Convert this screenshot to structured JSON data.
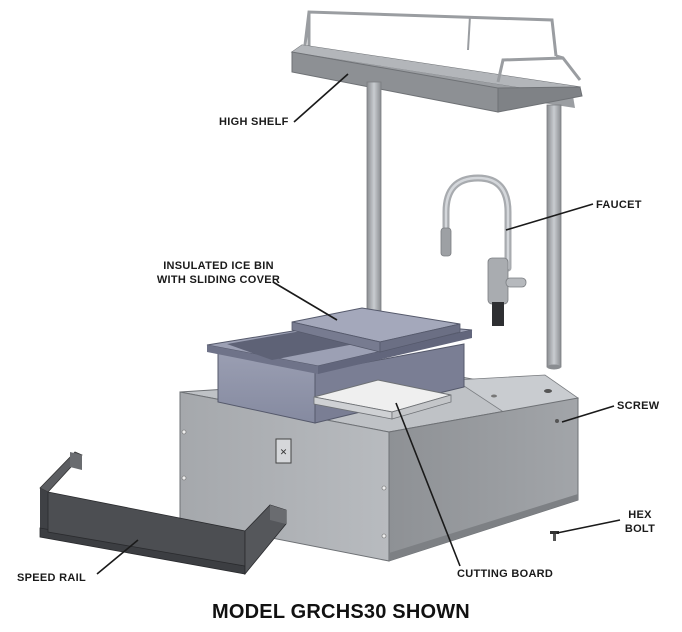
{
  "labels": {
    "high_shelf": "HIGH SHELF",
    "faucet": "FAUCET",
    "ice_bin_line1": "INSULATED ICE BIN",
    "ice_bin_line2": "WITH SLIDING COVER",
    "screw": "SCREW",
    "hex_bolt_line1": "HEX",
    "hex_bolt_line2": "BOLT",
    "speed_rail": "SPEED RAIL",
    "cutting_board": "CUTTING BOARD"
  },
  "caption": "MODEL GRCHS30 SHOWN",
  "colors": {
    "steel_light": "#b9bcc0",
    "steel_mid": "#9fa2a6",
    "steel_dark": "#6e7175",
    "bin_blue": "#8e92a6",
    "bin_blue_dark": "#6f7389",
    "rail_dark": "#4a4c50",
    "board_white": "#efefef",
    "leader": "#1a1a1a"
  },
  "icons": [
    "screw-icon",
    "hex-bolt-icon",
    "faucet-icon",
    "speed-rail-icon"
  ]
}
